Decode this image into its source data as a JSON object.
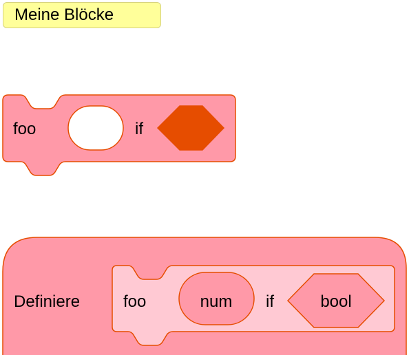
{
  "flyout": {
    "category_label": "Meine Blöcke"
  },
  "call_block": {
    "name": "foo",
    "keyword_if": "if"
  },
  "definition_block": {
    "label": "Definiere",
    "proto": {
      "name": "foo",
      "arg_num": "num",
      "keyword_if": "if",
      "arg_bool": "bool"
    }
  },
  "colors": {
    "block_fill": "#ff99a8",
    "block_stroke": "#e64d00",
    "proto_fill": "#ffc9d3",
    "bool_slot": "#e64d00",
    "number_slot": "#ffffff",
    "label_bg": "#ffff9a"
  }
}
